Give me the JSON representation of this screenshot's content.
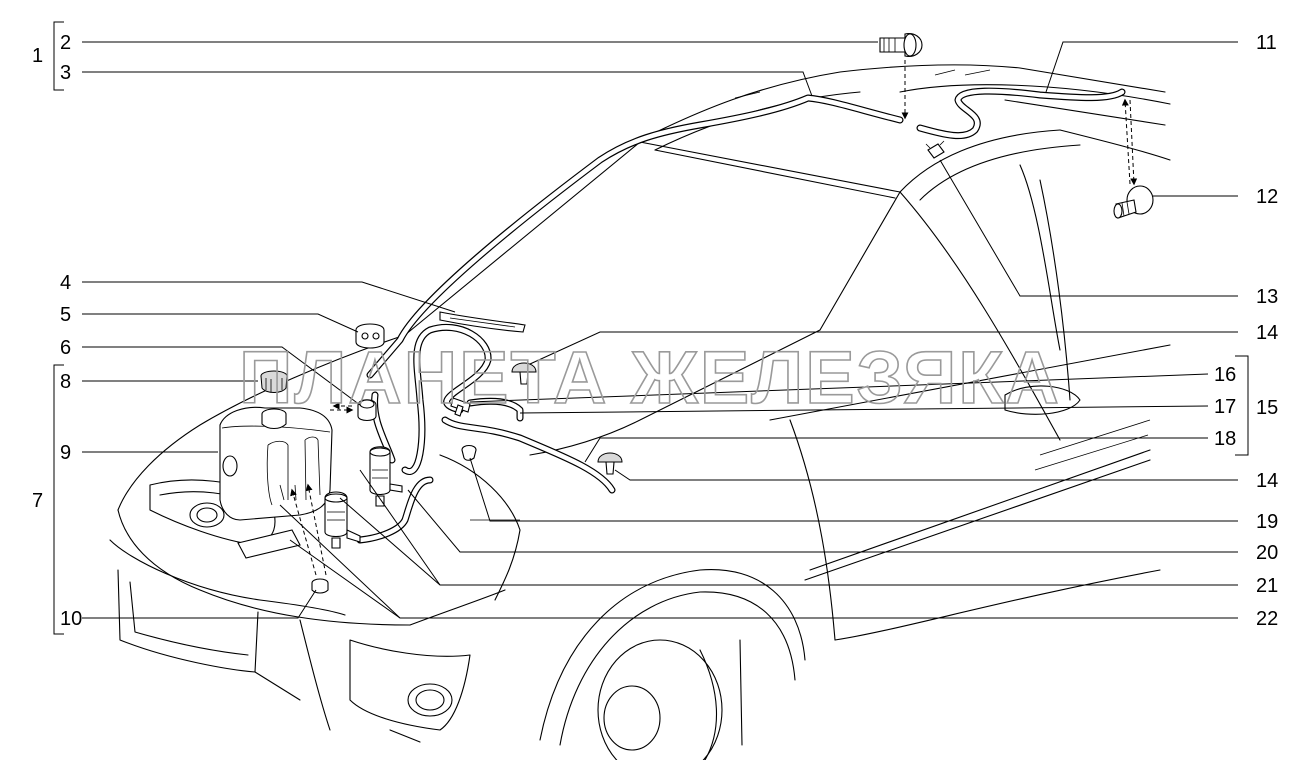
{
  "watermark": "ПЛАНЕТА ЖЕЛЕЗЯКА",
  "labels": {
    "l1": "1",
    "l2": "2",
    "l3": "3",
    "l4": "4",
    "l5": "5",
    "l6": "6",
    "l7": "7",
    "l8": "8",
    "l9": "9",
    "l10": "10",
    "l11": "11",
    "l12": "12",
    "l13": "13",
    "l14a": "14",
    "l14b": "14",
    "l15": "15",
    "l16": "16",
    "l17": "17",
    "l18": "18",
    "l19": "19",
    "l20": "20",
    "l21": "21",
    "l22": "22"
  }
}
